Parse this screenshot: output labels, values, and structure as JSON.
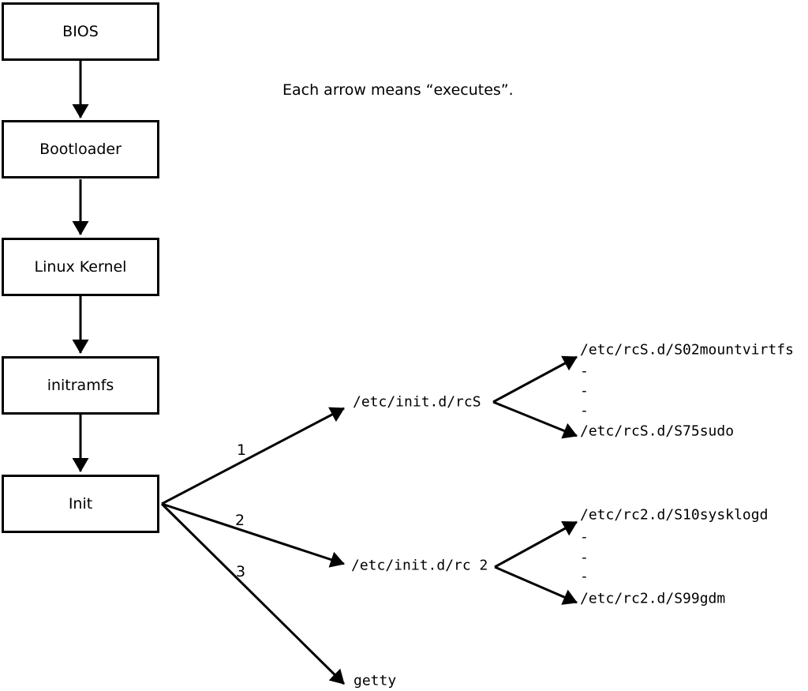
{
  "note": "Each arrow means “executes”.",
  "boxes": [
    {
      "label": "BIOS"
    },
    {
      "label": "Bootloader"
    },
    {
      "label": "Linux Kernel"
    },
    {
      "label": "initramfs"
    },
    {
      "label": "Init"
    }
  ],
  "branches": [
    {
      "number": "1",
      "target": "/etc/init.d/rcS"
    },
    {
      "number": "2",
      "target": "/etc/init.d/rc 2"
    },
    {
      "number": "3",
      "target": "getty"
    }
  ],
  "rcS_fan": {
    "items": [
      "/etc/rcS.d/S02mountvirtfs",
      "-",
      "-",
      "-",
      "/etc/rcS.d/S75sudo"
    ]
  },
  "rc2_fan": {
    "items": [
      "/etc/rc2.d/S10sysklogd",
      "-",
      "-",
      "-",
      "/etc/rc2.d/S99gdm"
    ]
  },
  "colors": {
    "line": "#000000",
    "background": "#ffffff"
  }
}
